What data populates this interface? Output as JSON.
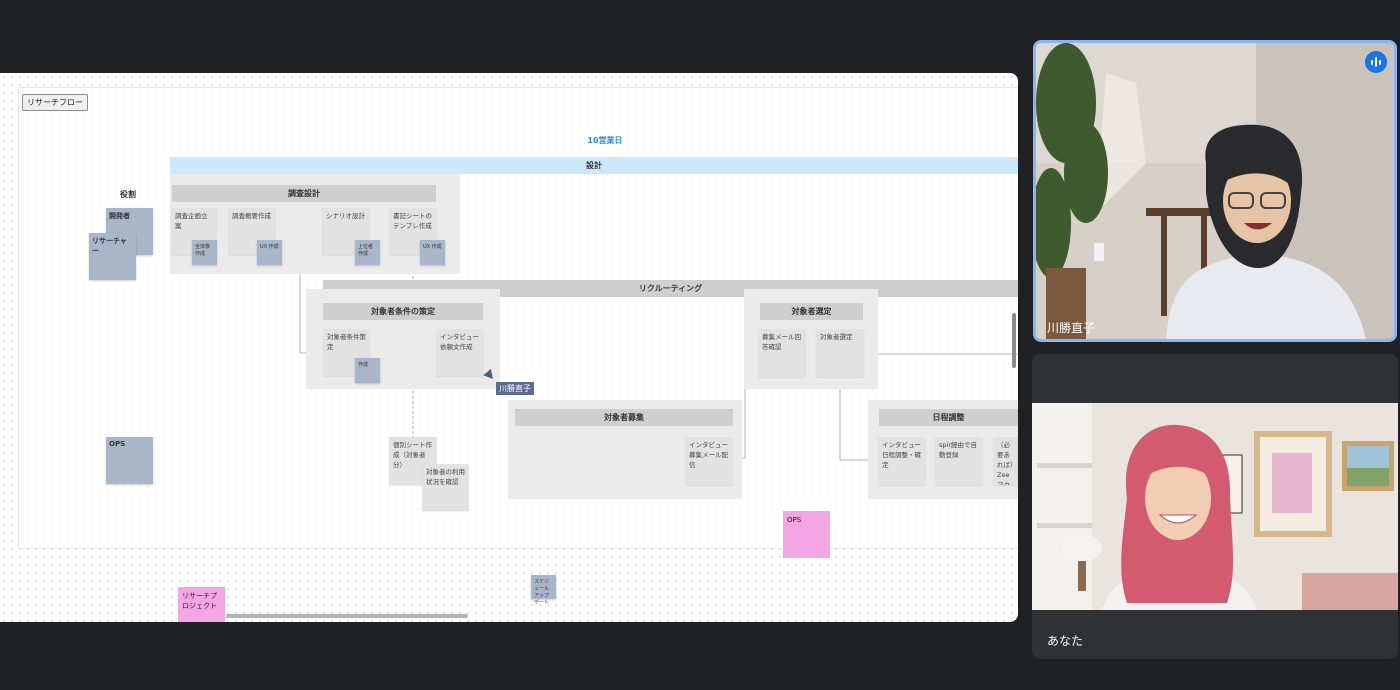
{
  "board": {
    "frame_label": "リサーチフロー",
    "duration_label": "10営業日",
    "design_band": "設計",
    "roles_title": "役割",
    "role_stickies": [
      {
        "label": "開発者"
      },
      {
        "label": "リサーチャー"
      },
      {
        "label": "OPS"
      }
    ],
    "sections": {
      "survey_design": {
        "title": "調査設計",
        "cards": [
          "調査企画立案",
          "調査概要作成",
          "シナリオ設計",
          "書記シートのテンプレ作成"
        ],
        "stickies": [
          "全体像 作成",
          "UX 作成",
          "上位者 作成",
          "UX 作成"
        ]
      },
      "recruiting": {
        "title": "リクルーティング"
      },
      "target_criteria": {
        "title": "対象者条件の策定",
        "cards": [
          "対象者条件策定",
          "インタビュー依頼文作成"
        ],
        "stickies": [
          "作成"
        ]
      },
      "target_selection": {
        "title": "対象者選定",
        "cards": [
          "募集メール回答確認",
          "対象者選定"
        ]
      },
      "target_recruit": {
        "title": "対象者募集",
        "cards": [
          "インタビュー募集メール配信"
        ]
      },
      "scheduling": {
        "title": "日程調整",
        "cards": [
          "インタビュー日程調整・確定",
          "spir経由で自動登録",
          "（必要あれば）Zeeマクロ作成"
        ]
      },
      "misc_cards": [
        "個別シート作成（対象者分）",
        "対象者の利用状況を確認"
      ],
      "pink_stickies": [
        "OPS",
        "リサーチプロジェクト"
      ],
      "small_sticky": "スケジュール アップデート"
    },
    "cursor_user": "川勝直子"
  },
  "participants": [
    {
      "name": "川勝直子",
      "speaking": true
    },
    {
      "name": "あなた",
      "speaking": false
    }
  ],
  "colors": {
    "accent_blue": "#8ab4f8",
    "speaking_badge": "#1a73e8",
    "design_band": "#cde8f8",
    "sticky_blue": "#a9b6c9",
    "sticky_pink": "#f4a6e4"
  }
}
